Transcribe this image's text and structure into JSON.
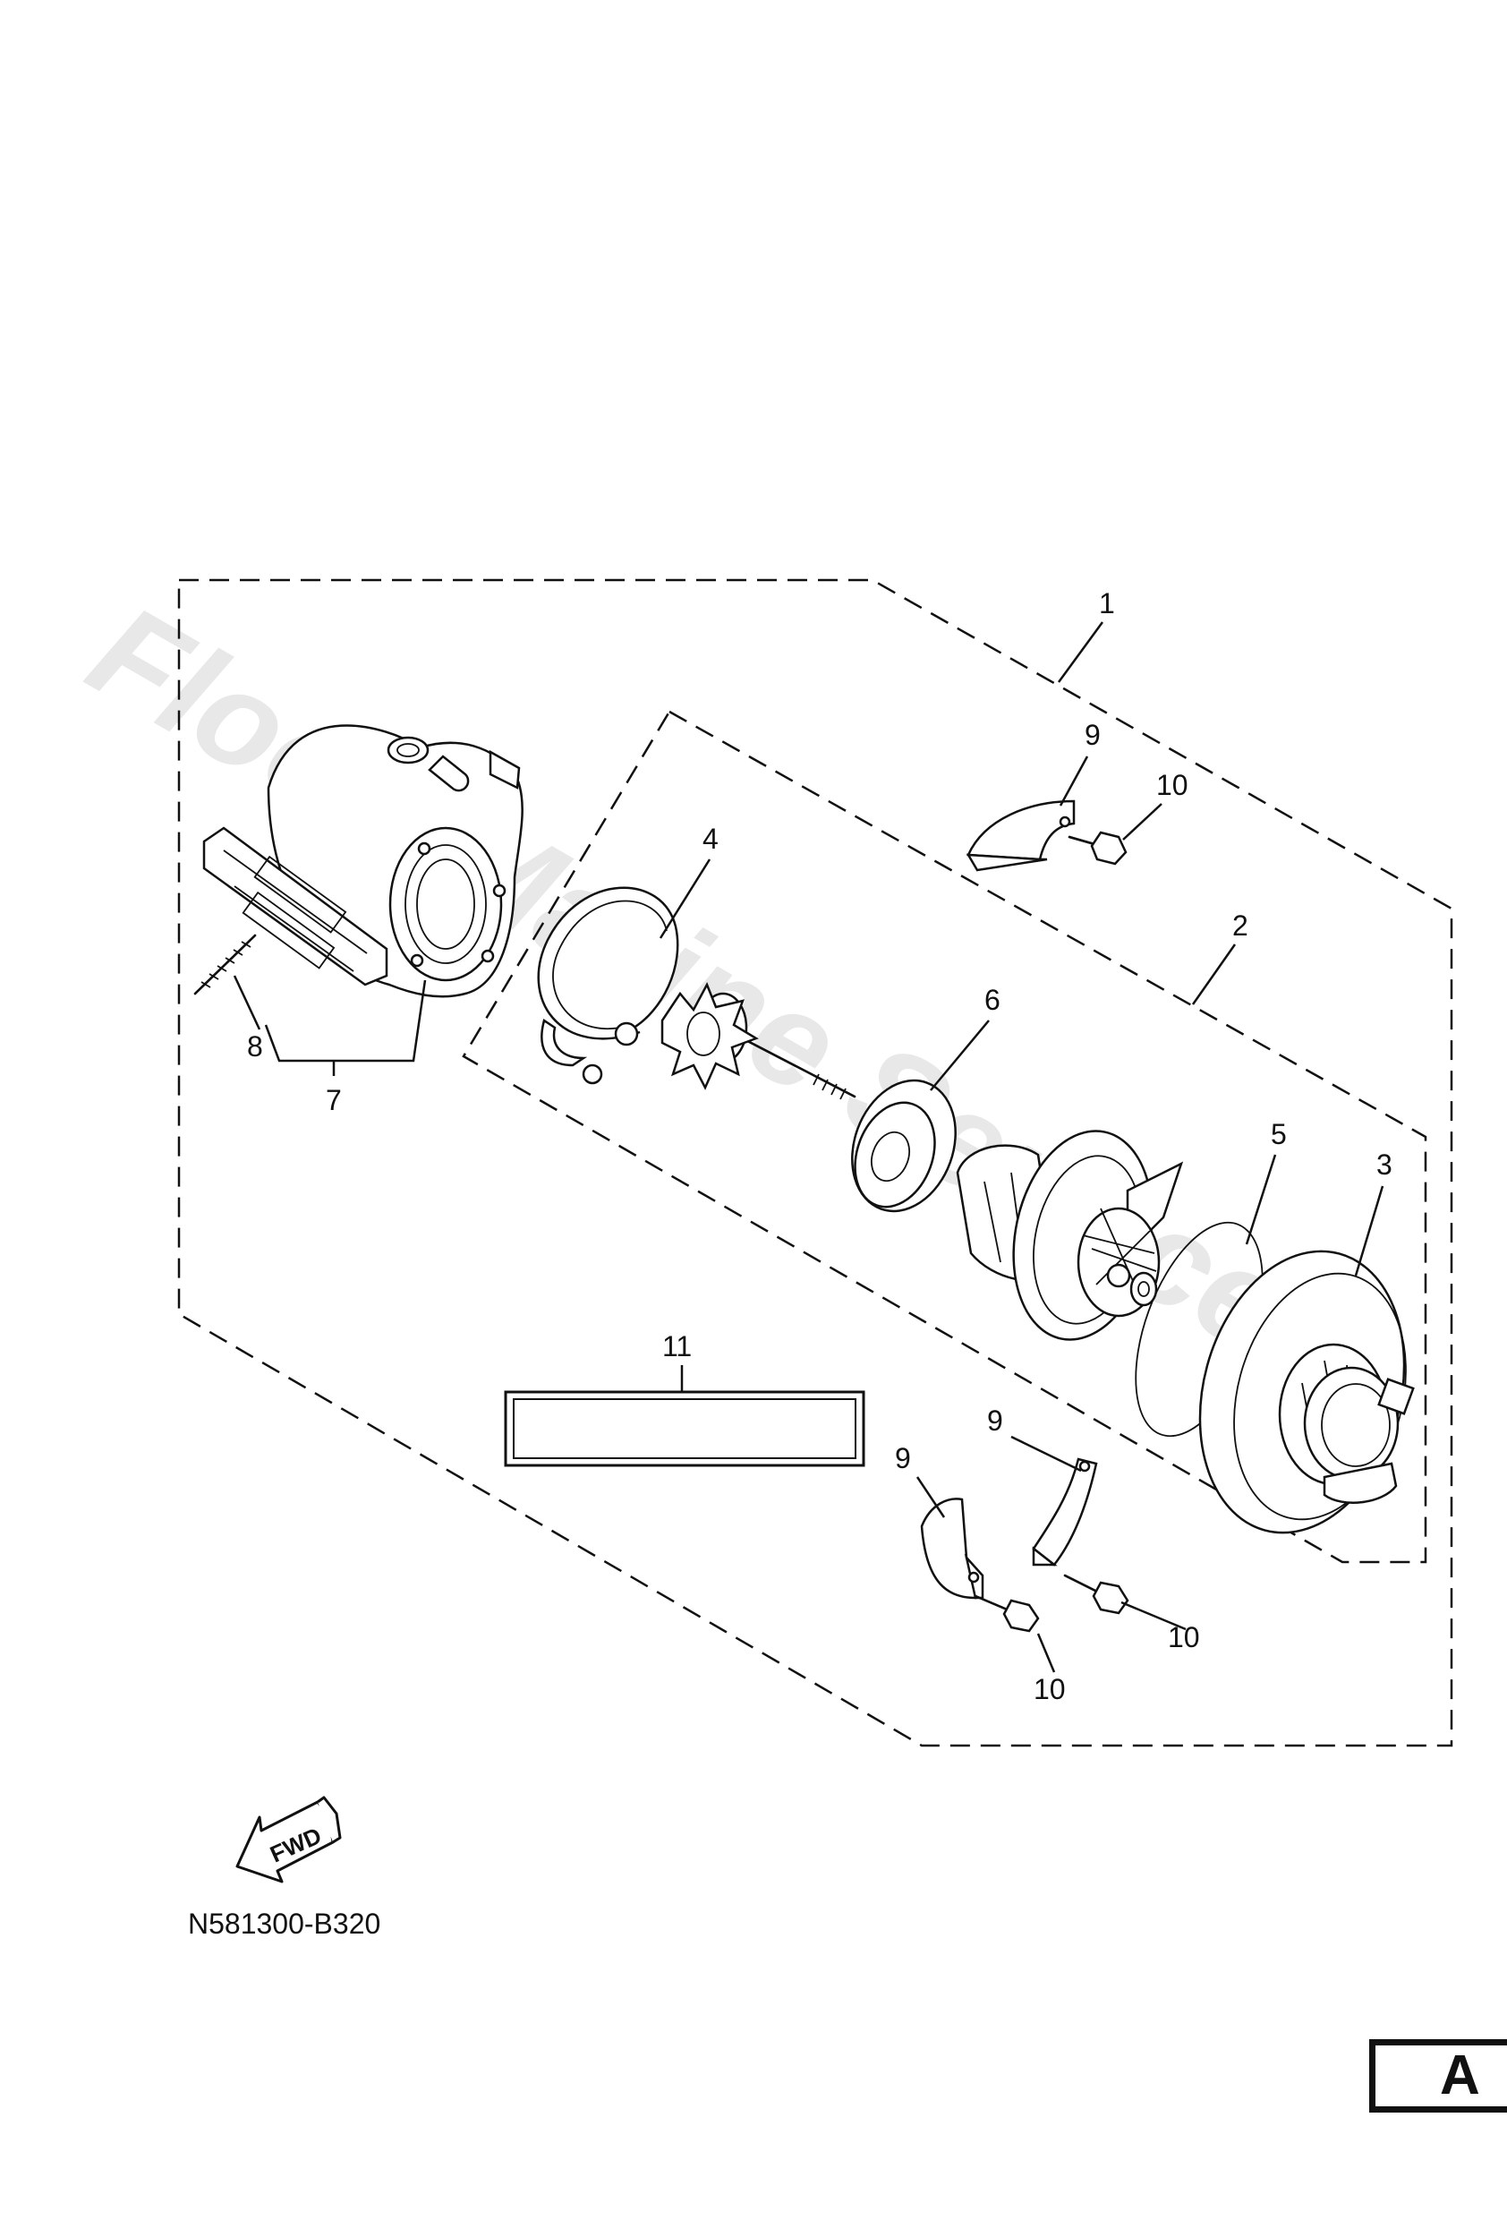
{
  "watermark": "Flood Marine Services",
  "diagram_code": "N581300-B320",
  "page_tab": "A",
  "fwd_label": "FWD",
  "callouts": {
    "c1": "1",
    "c2": "2",
    "c3": "3",
    "c4": "4",
    "c5": "5",
    "c6": "6",
    "c7": "7",
    "c8": "8",
    "c9a": "9",
    "c9b": "9",
    "c9c": "9",
    "c10a": "10",
    "c10b": "10",
    "c10c": "10",
    "c11": "11"
  }
}
